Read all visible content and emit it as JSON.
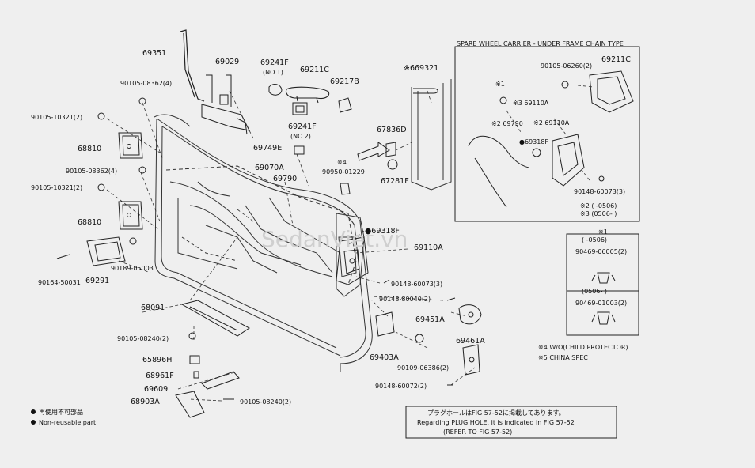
{
  "parts": {
    "p69351": "69351",
    "p69029": "69029",
    "p69241f_1": "69241F",
    "p69241f_1_note": "(NO.1)",
    "p69211c": "69211C",
    "p69217b": "69217B",
    "p90105_08362_top": "90105-08362(4)",
    "p90105_10321_top": "90105-10321(2)",
    "p68810_top": "68810",
    "p90105_08362_mid": "90105-08362(4)",
    "p90105_10321_mid": "90105-10321(2)",
    "p68810_mid": "68810",
    "p69241f_2": "69241F",
    "p69241f_2_note": "(NO.2)",
    "p69749e": "69749E",
    "p69070a": "69070A",
    "p69790": "69790",
    "p90950": "90950-01229",
    "star4": "※4",
    "p69321": "※669321",
    "p67836d": "67836D",
    "p67281f": "67281F",
    "p69318f": "●69318F",
    "p69110a": "69110A",
    "p90164": "90164-50031",
    "p69291": "69291",
    "p90189": "90189-05003",
    "p68091": "68091",
    "p90105_08240_left": "90105-08240(2)",
    "p65896h": "65896H",
    "p68961f": "68961F",
    "p69609": "69609",
    "p68903a": "68903A",
    "p90105_08240_bot": "90105-08240(2)",
    "p90148_60073": "90148-60073(3)",
    "p90148_80040": "90148-80040(2)",
    "p69451a": "69451A",
    "p69403a": "69403A",
    "p90109_06386": "90109-06386(2)",
    "p69461a": "69461A",
    "p90148_60072": "90148-60072(2)"
  },
  "inset": {
    "title": "SPARE WHEEL CARRIER - UNDER FRAME CHAIN TYPE",
    "p90105_06260": "90105-06260(2)",
    "p69211c": "69211C",
    "star1": "※1",
    "p69110a_a": "※3 69110A",
    "p69790": "※2 69790",
    "p69110a_b": "※2 69110A",
    "p69318f": "●69318F",
    "p90148_60073": "90148-60073(3)",
    "note2": "※2 (  -0506)",
    "note3": "※3 (0506-  )"
  },
  "clip_box": {
    "title": "※1",
    "range1": "(  -0506)",
    "part1": "90469-06005(2)",
    "range2": "(0506-  )",
    "part2": "90469-01003(2)"
  },
  "notes": {
    "n4": "※4  W/O(CHILD PROTECTOR)",
    "n5": "※5  CHINA SPEC"
  },
  "legend": {
    "jp": "再使用不可部品",
    "en": "Non-reusable part"
  },
  "plug_note": {
    "line1": "プラグホールはFIG 57-52に掲載してあります。",
    "line2": "Regarding PLUG HOLE, it is indicated in FIG 57-52",
    "line3": "(REFER TO FIG 57-52)"
  },
  "watermark": "SedanViet.vn"
}
